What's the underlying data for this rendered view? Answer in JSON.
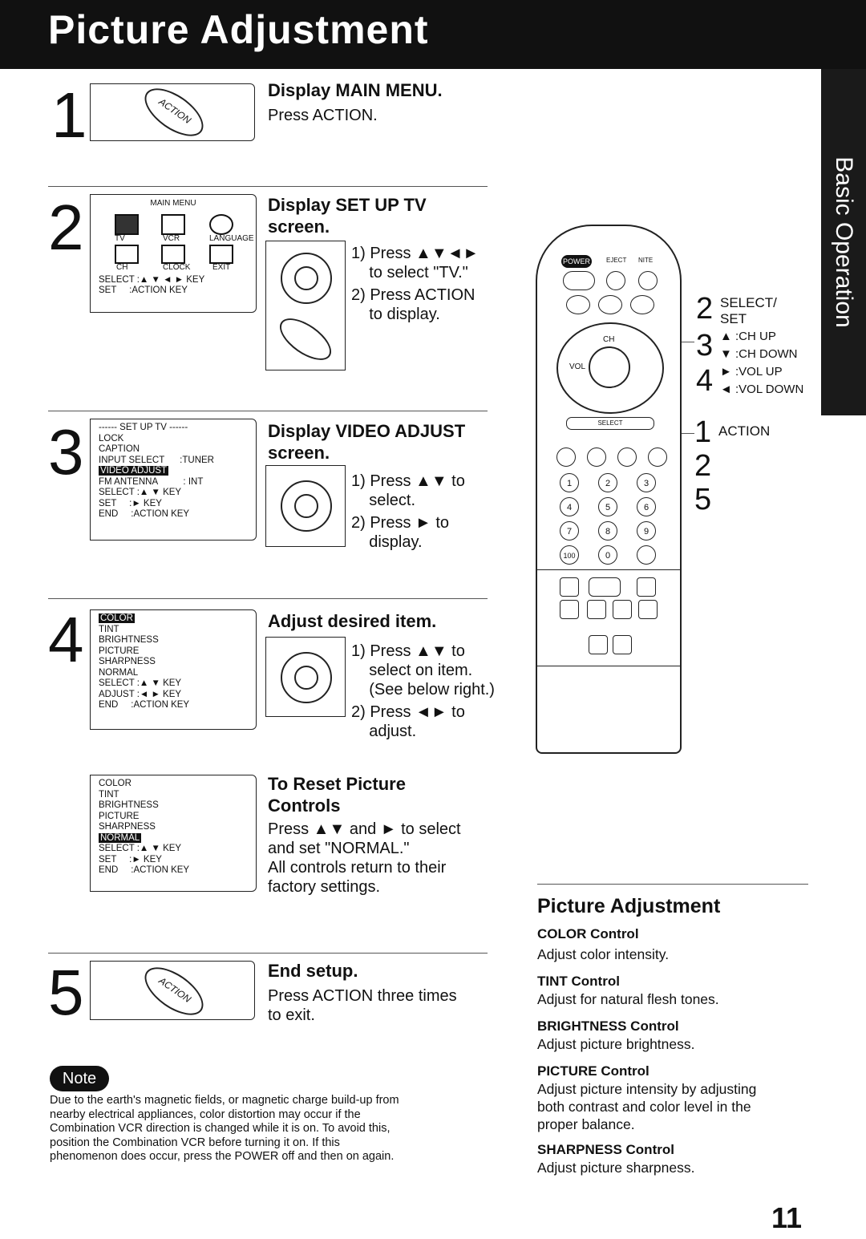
{
  "header": {
    "title": "Picture Adjustment"
  },
  "side_tab": "Basic Operation",
  "steps": [
    {
      "num": "1",
      "heading": "Display MAIN MENU.",
      "body": "Press ACTION.",
      "button": "ACTION"
    },
    {
      "num": "2",
      "heading": "Display SET UP TV\nscreen.",
      "osd": {
        "title": "MAIN MENU",
        "icons": [
          "TV",
          "VCR",
          "LANGUAGE",
          "CH",
          "CLOCK",
          "EXIT"
        ],
        "footer": [
          "SELECT :▲ ▼ ◄ ► KEY",
          "SET     :ACTION KEY"
        ]
      },
      "instructions": [
        "1) Press ▲▼◄►\n    to select \"TV.\"",
        "2) Press ACTION\n    to display."
      ]
    },
    {
      "num": "3",
      "heading": "Display VIDEO ADJUST\nscreen.",
      "osd": {
        "lines": [
          "------ SET UP TV ------",
          "",
          "LOCK",
          "CAPTION",
          "INPUT SELECT      :TUNER"
        ],
        "highlight": "VIDEO ADJUST",
        "after": [
          "FM ANTENNA          : INT",
          "SELECT :▲ ▼ KEY",
          "SET     :► KEY",
          "END     :ACTION KEY"
        ]
      },
      "instructions": [
        "1) Press ▲▼ to\n    select.",
        "2) Press ► to\n    display."
      ]
    },
    {
      "num": "4",
      "heading": "Adjust desired item.",
      "osd": {
        "highlight": "COLOR",
        "lines": [
          "TINT",
          "BRIGHTNESS",
          "PICTURE",
          "SHARPNESS",
          "NORMAL",
          "",
          "SELECT :▲ ▼ KEY",
          "ADJUST :◄ ► KEY",
          "END     :ACTION KEY"
        ]
      },
      "instructions": [
        "1) Press ▲▼ to\n    select on item.\n    (See below right.)",
        "2) Press ◄► to\n    adjust."
      ]
    },
    {
      "num": "5",
      "heading": "End setup.",
      "body": "Press ACTION three times\nto exit.",
      "button": "ACTION"
    }
  ],
  "reset": {
    "heading": "To Reset Picture\nControls",
    "body": "Press ▲▼ and ► to select\nand set \"NORMAL.\"\nAll controls return to their\nfactory settings.",
    "osd": {
      "lines": [
        "COLOR",
        "TINT",
        "BRIGHTNESS",
        "PICTURE",
        "SHARPNESS"
      ],
      "highlight": "NORMAL",
      "after": [
        "",
        "SELECT :▲ ▼ KEY",
        "SET     :► KEY",
        "END     :ACTION KEY"
      ]
    }
  },
  "remote_labels": {
    "select_set": "SELECT/\nSET",
    "ch_up": "▲ :CH UP",
    "ch_down": "▼ :CH DOWN",
    "vol_up": "► :VOL UP",
    "vol_down": "◄ :VOL DOWN",
    "action": "ACTION",
    "n2": "2",
    "n3": "3",
    "n4": "4",
    "n1": "1",
    "n2b": "2",
    "n5": "5",
    "buttons": [
      "POWER",
      "EJECT",
      "NITE",
      "CH",
      "VOL",
      "SELECT"
    ]
  },
  "note": {
    "label": "Note",
    "text": "Due to the earth's magnetic fields, or magnetic charge build-up from\nnearby electrical appliances, color distortion may occur if the\nCombination VCR direction is changed while it is on. To avoid this,\nposition the Combination VCR before turning it on. If this\nphenomenon does occur, press the POWER off and then on again."
  },
  "picture_adjustment": {
    "title": "Picture Adjustment",
    "items": [
      {
        "name": "COLOR Control",
        "desc": "Adjust color intensity."
      },
      {
        "name": "TINT Control",
        "desc": "Adjust for natural flesh tones."
      },
      {
        "name": "BRIGHTNESS Control",
        "desc": "Adjust picture brightness."
      },
      {
        "name": "PICTURE Control",
        "desc": "Adjust picture intensity by adjusting\nboth contrast and color level in the\nproper balance."
      },
      {
        "name": "SHARPNESS Control",
        "desc": "Adjust picture sharpness."
      }
    ]
  },
  "page_number": "11"
}
